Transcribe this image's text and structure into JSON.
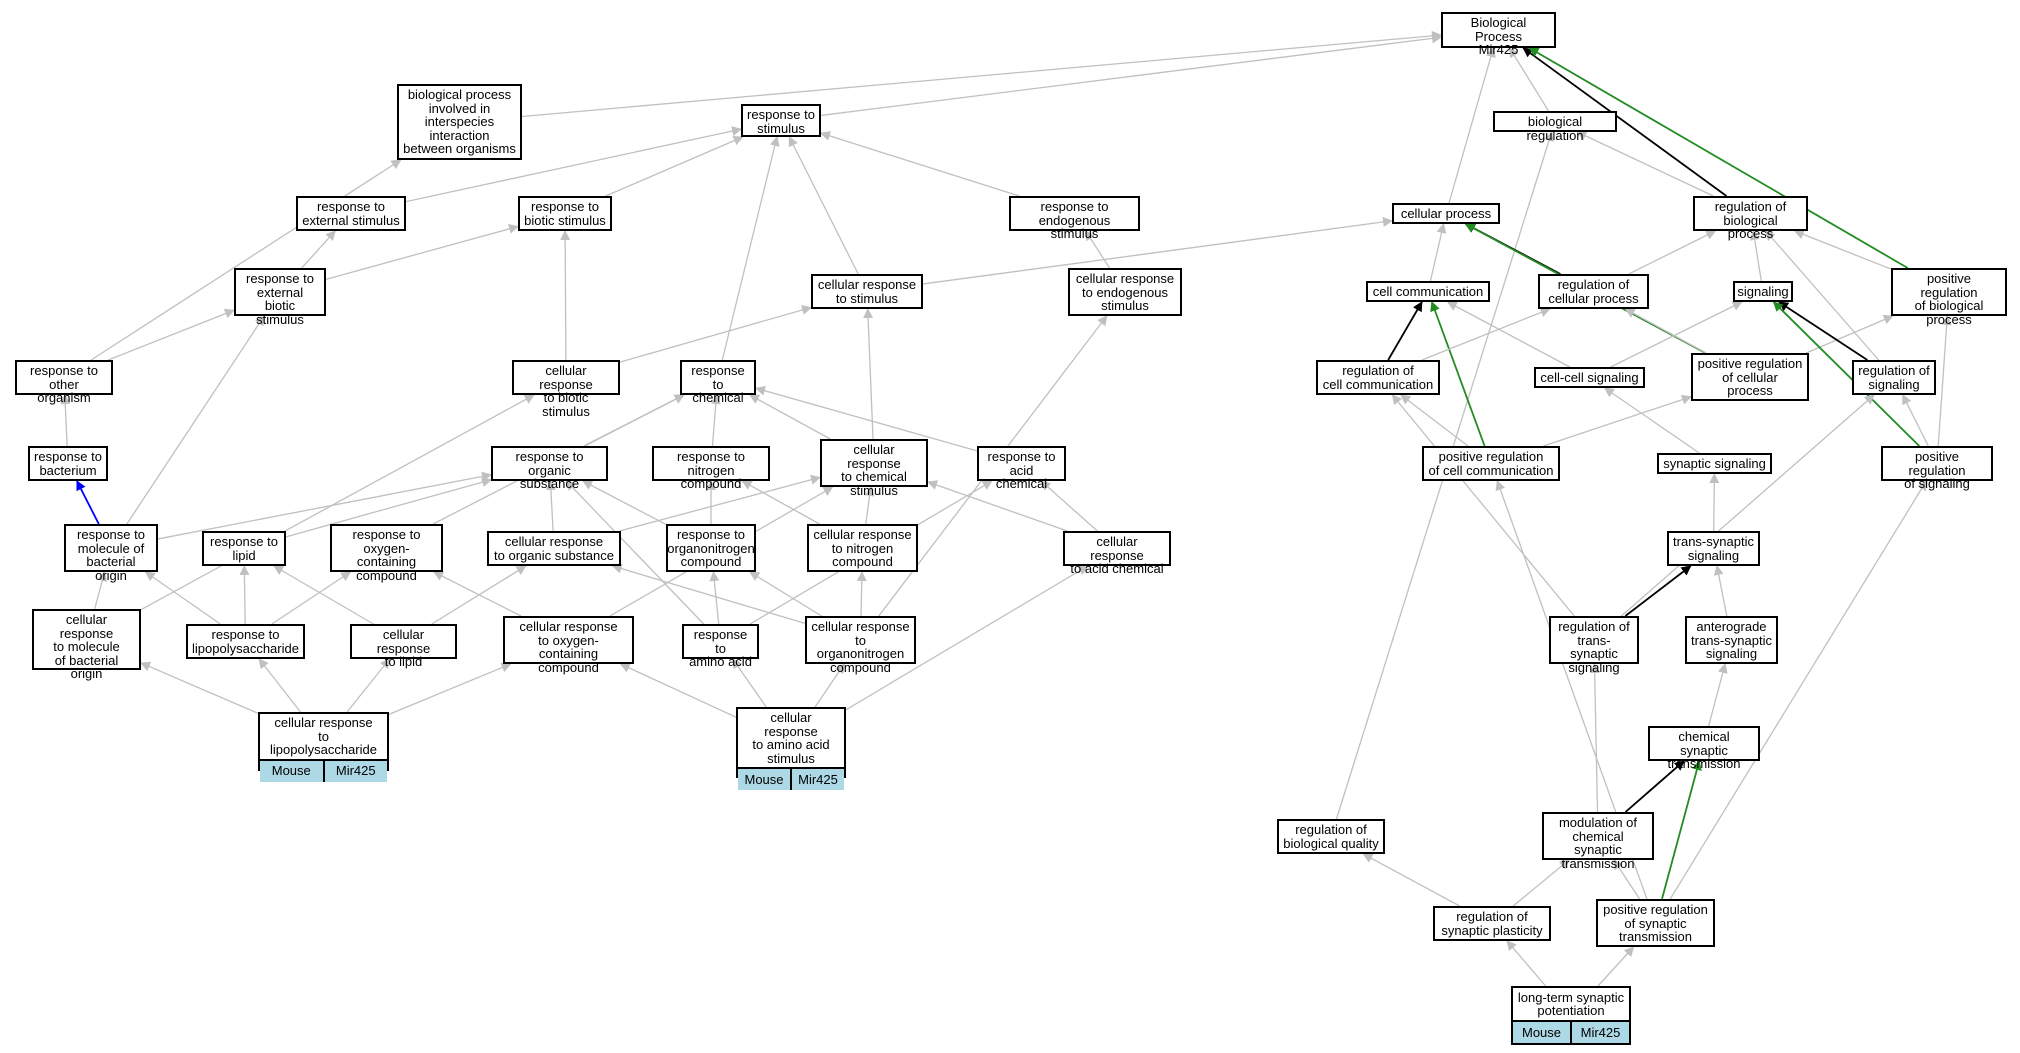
{
  "diagram": {
    "colors": {
      "is_a": "#c0c0c0",
      "regulates": "#000000",
      "positively_regulates": "#228b22",
      "part_of": "#0000ff",
      "tag_fill": "#add8e6"
    },
    "nodes": [
      {
        "id": "bp",
        "label": "Biological Process\nMir425"
      },
      {
        "id": "bpi",
        "label": "biological process\ninvolved in\ninterspecies\ninteraction\nbetween organisms"
      },
      {
        "id": "rs",
        "label": "response to\nstimulus"
      },
      {
        "id": "breg",
        "label": "biological regulation"
      },
      {
        "id": "res",
        "label": "response to\nexternal stimulus"
      },
      {
        "id": "rbs",
        "label": "response to\nbiotic stimulus"
      },
      {
        "id": "rens",
        "label": "response to\nendogenous stimulus"
      },
      {
        "id": "cp",
        "label": "cellular process"
      },
      {
        "id": "rbp",
        "label": "regulation of\nbiological process"
      },
      {
        "id": "rebs",
        "label": "response to\nexternal biotic\nstimulus"
      },
      {
        "id": "crs",
        "label": "cellular response\nto stimulus"
      },
      {
        "id": "cres",
        "label": "cellular response\nto endogenous\nstimulus"
      },
      {
        "id": "cc",
        "label": "cell communication"
      },
      {
        "id": "rcp",
        "label": "regulation of\ncellular process"
      },
      {
        "id": "sig",
        "label": "signaling"
      },
      {
        "id": "prbp",
        "label": "positive regulation\nof biological\nprocess"
      },
      {
        "id": "roo",
        "label": "response to\nother organism"
      },
      {
        "id": "crbs",
        "label": "cellular response\nto biotic stimulus"
      },
      {
        "id": "rc",
        "label": "response to\nchemical"
      },
      {
        "id": "rcc",
        "label": "regulation of\ncell communication"
      },
      {
        "id": "ccs",
        "label": "cell-cell signaling"
      },
      {
        "id": "prcp",
        "label": "positive regulation\nof cellular\nprocess"
      },
      {
        "id": "rsig",
        "label": "regulation of\nsignaling"
      },
      {
        "id": "rb",
        "label": "response to\nbacterium"
      },
      {
        "id": "ros",
        "label": "response to\norganic substance"
      },
      {
        "id": "rnc",
        "label": "response to\nnitrogen compound"
      },
      {
        "id": "crc",
        "label": "cellular response\nto chemical\nstimulus"
      },
      {
        "id": "rac",
        "label": "response to\nacid chemical"
      },
      {
        "id": "prcc",
        "label": "positive regulation\nof cell communication"
      },
      {
        "id": "ss",
        "label": "synaptic signaling"
      },
      {
        "id": "prs",
        "label": "positive regulation\nof signaling"
      },
      {
        "id": "rmbo",
        "label": "response to\nmolecule of\nbacterial origin"
      },
      {
        "id": "rl",
        "label": "response to\nlipid"
      },
      {
        "id": "rocc",
        "label": "response to\noxygen-containing\ncompound"
      },
      {
        "id": "cros",
        "label": "cellular response\nto organic substance"
      },
      {
        "id": "ronc",
        "label": "response to\norganonitrogen\ncompound"
      },
      {
        "id": "crnc",
        "label": "cellular response\nto nitrogen\ncompound"
      },
      {
        "id": "crac",
        "label": "cellular response\nto acid chemical"
      },
      {
        "id": "ts",
        "label": "trans-synaptic\nsignaling"
      },
      {
        "id": "crmbo",
        "label": "cellular response\nto molecule\nof bacterial\norigin"
      },
      {
        "id": "rlps",
        "label": "response to\nlipopolysaccharide"
      },
      {
        "id": "crl",
        "label": "cellular response\nto lipid"
      },
      {
        "id": "crocc",
        "label": "cellular response\nto oxygen-containing\ncompound"
      },
      {
        "id": "raa",
        "label": "response to\namino acid"
      },
      {
        "id": "cronc",
        "label": "cellular response\nto organonitrogen\ncompound"
      },
      {
        "id": "rts",
        "label": "regulation of\ntrans-synaptic\nsignaling"
      },
      {
        "id": "ats",
        "label": "anterograde\ntrans-synaptic\nsignaling"
      },
      {
        "id": "crlps",
        "label": "cellular response\nto lipopolysaccharide",
        "tags": [
          "Mouse",
          "Mir425"
        ]
      },
      {
        "id": "craa",
        "label": "cellular response\nto amino acid\nstimulus",
        "tags": [
          "Mouse",
          "Mir425"
        ]
      },
      {
        "id": "cst",
        "label": "chemical synaptic\ntransmission"
      },
      {
        "id": "mcst",
        "label": "modulation of\nchemical synaptic\ntransmission"
      },
      {
        "id": "rbq",
        "label": "regulation of\nbiological quality"
      },
      {
        "id": "rsp",
        "label": "regulation of\nsynaptic plasticity"
      },
      {
        "id": "prst",
        "label": "positive regulation\nof synaptic\ntransmission"
      },
      {
        "id": "ltp",
        "label": "long-term synaptic\npotentiation",
        "tags": [
          "Mouse",
          "Mir425"
        ]
      }
    ],
    "edges": [
      [
        "bpi",
        "bp",
        "is_a"
      ],
      [
        "rs",
        "bp",
        "is_a"
      ],
      [
        "breg",
        "bp",
        "is_a"
      ],
      [
        "cp",
        "bp",
        "is_a"
      ],
      [
        "rbp",
        "bp",
        "regulates"
      ],
      [
        "prbp",
        "bp",
        "positively_regulates"
      ],
      [
        "res",
        "rs",
        "is_a"
      ],
      [
        "rbs",
        "rs",
        "is_a"
      ],
      [
        "rens",
        "rs",
        "is_a"
      ],
      [
        "crs",
        "rs",
        "is_a"
      ],
      [
        "rc",
        "rs",
        "is_a"
      ],
      [
        "rebs",
        "res",
        "is_a"
      ],
      [
        "rebs",
        "rbs",
        "is_a"
      ],
      [
        "crbs",
        "rbs",
        "is_a"
      ],
      [
        "cres",
        "rens",
        "is_a"
      ],
      [
        "crs",
        "cp",
        "is_a"
      ],
      [
        "rbp",
        "breg",
        "is_a"
      ],
      [
        "rbq",
        "breg",
        "is_a"
      ],
      [
        "cc",
        "cp",
        "is_a"
      ],
      [
        "rcp",
        "cp",
        "regulates"
      ],
      [
        "prcp",
        "cp",
        "positively_regulates"
      ],
      [
        "rcp",
        "rbp",
        "is_a"
      ],
      [
        "sig",
        "rbp",
        "is_a"
      ],
      [
        "prbp",
        "rbp",
        "is_a"
      ],
      [
        "rsig",
        "rbp",
        "is_a"
      ],
      [
        "rcc",
        "cc",
        "regulates"
      ],
      [
        "ccs",
        "cc",
        "is_a"
      ],
      [
        "prcc",
        "cc",
        "positively_regulates"
      ],
      [
        "rcc",
        "rcp",
        "is_a"
      ],
      [
        "prcp",
        "rcp",
        "is_a"
      ],
      [
        "prcp",
        "prbp",
        "is_a"
      ],
      [
        "rsig",
        "sig",
        "regulates"
      ],
      [
        "ccs",
        "sig",
        "is_a"
      ],
      [
        "prs",
        "sig",
        "positively_regulates"
      ],
      [
        "prs",
        "prbp",
        "is_a"
      ],
      [
        "roo",
        "bpi",
        "is_a"
      ],
      [
        "roo",
        "rebs",
        "is_a"
      ],
      [
        "rb",
        "roo",
        "is_a"
      ],
      [
        "crbs",
        "crs",
        "is_a"
      ],
      [
        "crc",
        "crs",
        "is_a"
      ],
      [
        "ros",
        "rc",
        "is_a"
      ],
      [
        "rnc",
        "rc",
        "is_a"
      ],
      [
        "crc",
        "rc",
        "is_a"
      ],
      [
        "rac",
        "rc",
        "is_a"
      ],
      [
        "rocc",
        "rc",
        "is_a"
      ],
      [
        "prcc",
        "rcc",
        "is_a"
      ],
      [
        "rts",
        "rcc",
        "is_a"
      ],
      [
        "ss",
        "ccs",
        "is_a"
      ],
      [
        "prcc",
        "prcp",
        "is_a"
      ],
      [
        "prs",
        "rsig",
        "is_a"
      ],
      [
        "rts",
        "rsig",
        "is_a"
      ],
      [
        "rmbo",
        "rb",
        "part_of"
      ],
      [
        "rmbo",
        "rebs",
        "is_a"
      ],
      [
        "rmbo",
        "ros",
        "is_a"
      ],
      [
        "rl",
        "ros",
        "is_a"
      ],
      [
        "cros",
        "ros",
        "is_a"
      ],
      [
        "ronc",
        "ros",
        "is_a"
      ],
      [
        "ronc",
        "rnc",
        "is_a"
      ],
      [
        "crnc",
        "rnc",
        "is_a"
      ],
      [
        "cros",
        "crc",
        "is_a"
      ],
      [
        "crnc",
        "crc",
        "is_a"
      ],
      [
        "crac",
        "crc",
        "is_a"
      ],
      [
        "crac",
        "rac",
        "is_a"
      ],
      [
        "ts",
        "ss",
        "is_a"
      ],
      [
        "crmbo",
        "rmbo",
        "is_a"
      ],
      [
        "crmbo",
        "crbs",
        "is_a"
      ],
      [
        "rlps",
        "rmbo",
        "is_a"
      ],
      [
        "rlps",
        "rl",
        "is_a"
      ],
      [
        "rlps",
        "rocc",
        "is_a"
      ],
      [
        "crl",
        "rl",
        "is_a"
      ],
      [
        "crl",
        "cros",
        "is_a"
      ],
      [
        "crocc",
        "rocc",
        "is_a"
      ],
      [
        "crocc",
        "crc",
        "is_a"
      ],
      [
        "raa",
        "ronc",
        "is_a"
      ],
      [
        "raa",
        "rac",
        "is_a"
      ],
      [
        "raa",
        "ros",
        "is_a"
      ],
      [
        "cronc",
        "ronc",
        "is_a"
      ],
      [
        "cronc",
        "crnc",
        "is_a"
      ],
      [
        "cronc",
        "cros",
        "is_a"
      ],
      [
        "cronc",
        "cres",
        "is_a"
      ],
      [
        "rts",
        "ts",
        "regulates"
      ],
      [
        "ats",
        "ts",
        "is_a"
      ],
      [
        "cst",
        "ats",
        "is_a"
      ],
      [
        "crlps",
        "crmbo",
        "is_a"
      ],
      [
        "crlps",
        "rlps",
        "is_a"
      ],
      [
        "crlps",
        "crl",
        "is_a"
      ],
      [
        "crlps",
        "crocc",
        "is_a"
      ],
      [
        "craa",
        "crocc",
        "is_a"
      ],
      [
        "craa",
        "raa",
        "is_a"
      ],
      [
        "craa",
        "cronc",
        "is_a"
      ],
      [
        "craa",
        "crac",
        "is_a"
      ],
      [
        "mcst",
        "cst",
        "regulates"
      ],
      [
        "mcst",
        "rts",
        "is_a"
      ],
      [
        "prst",
        "cst",
        "positively_regulates"
      ],
      [
        "prst",
        "mcst",
        "is_a"
      ],
      [
        "prst",
        "prcc",
        "is_a"
      ],
      [
        "prst",
        "prs",
        "is_a"
      ],
      [
        "rsp",
        "rbq",
        "is_a"
      ],
      [
        "rsp",
        "mcst",
        "is_a"
      ],
      [
        "ltp",
        "rsp",
        "is_a"
      ],
      [
        "ltp",
        "prst",
        "is_a"
      ]
    ]
  }
}
